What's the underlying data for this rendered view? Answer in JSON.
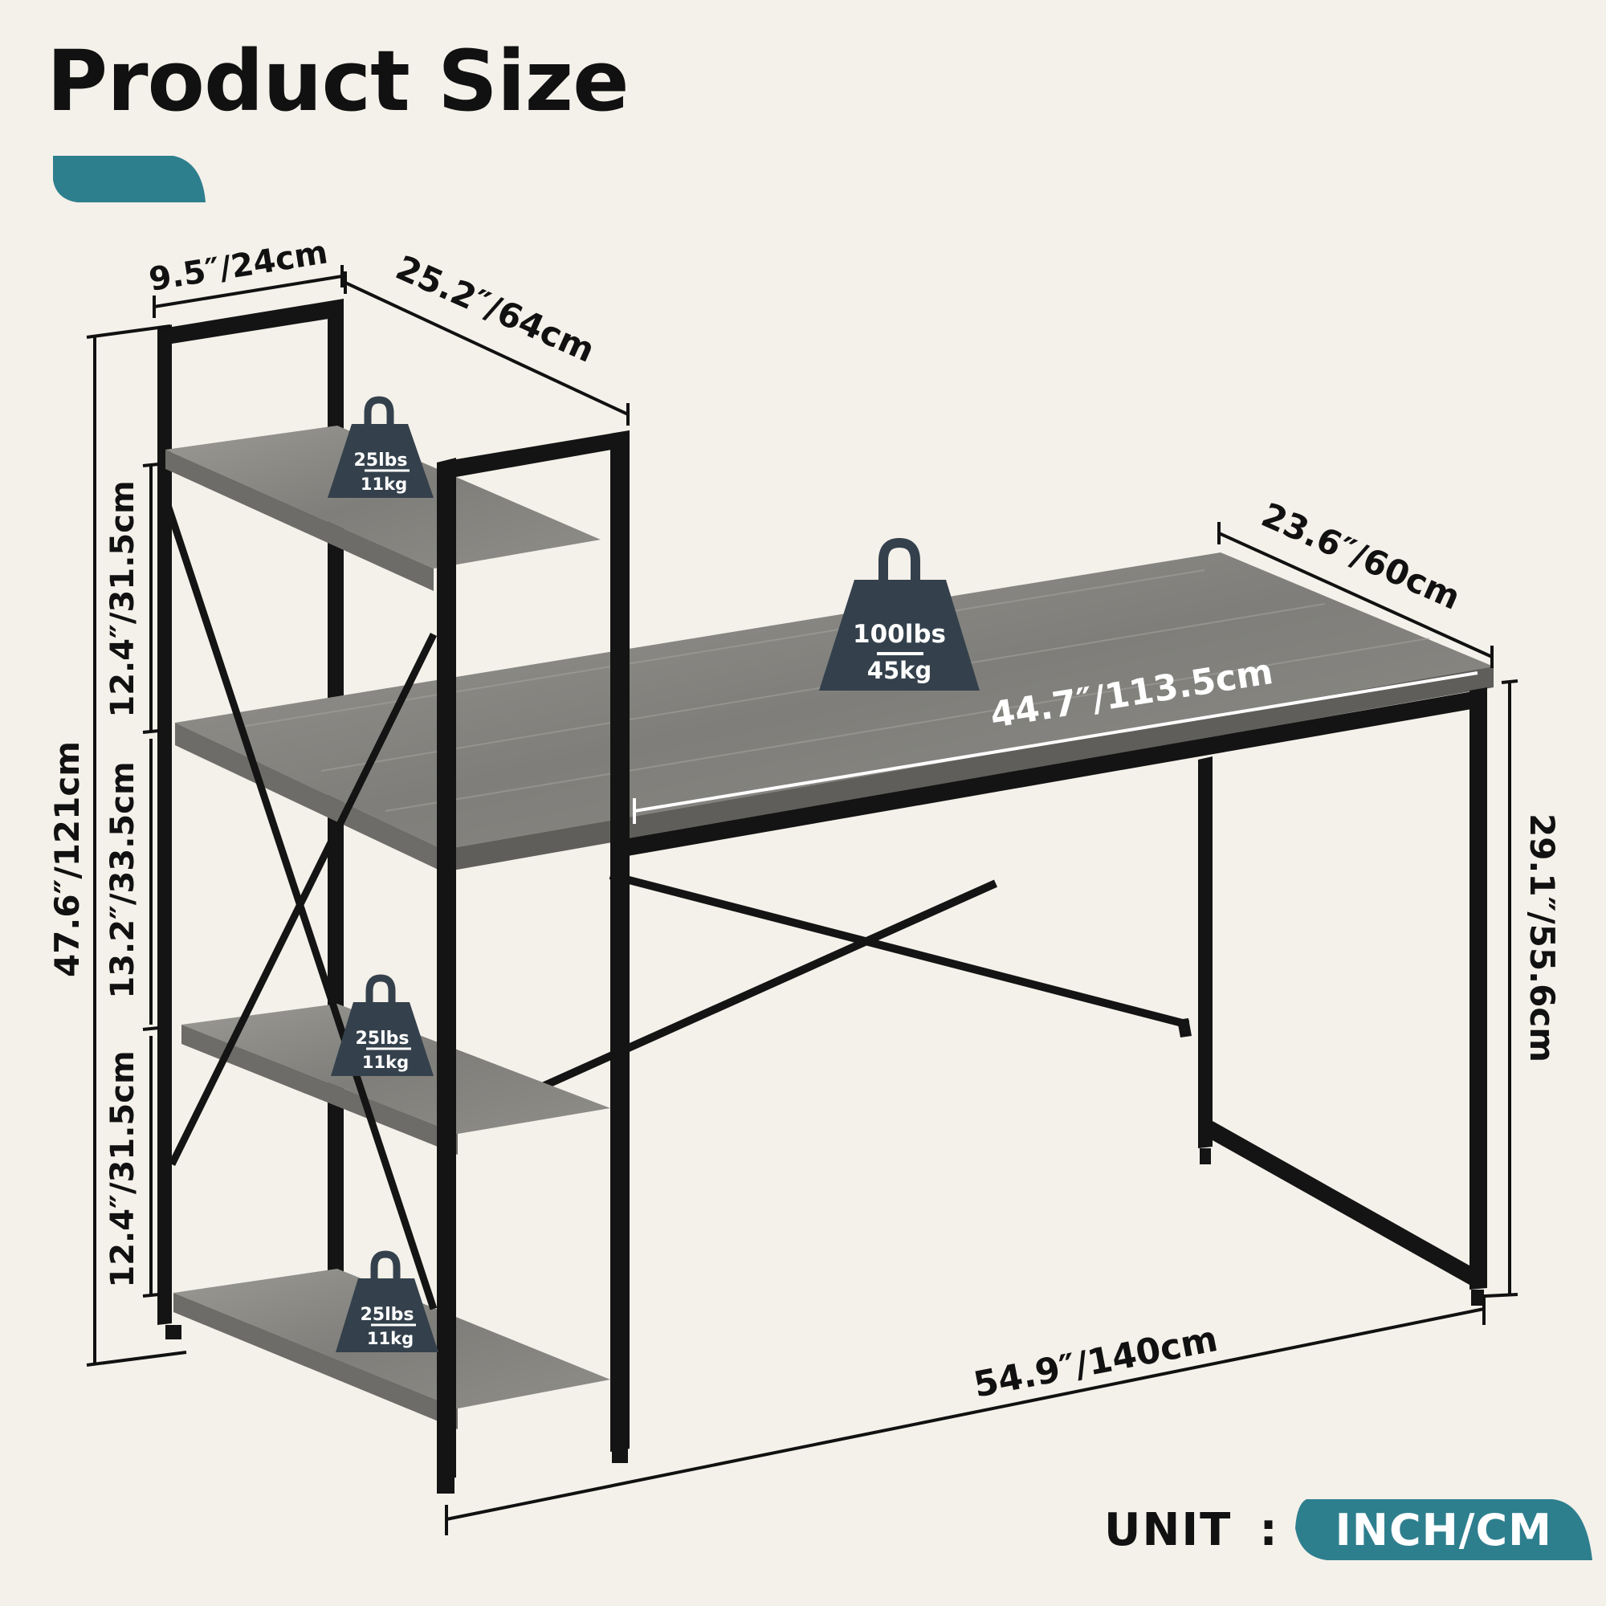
{
  "title": "Product Size",
  "colors": {
    "background": "#f4f1ea",
    "accent": "#2e7f8e",
    "frame": "#141414",
    "wood": "#8b8a86",
    "weight": "#34414c"
  },
  "dimensions": {
    "shelf_width": "9.5″/24cm",
    "shelf_depth": "25.2″/64cm",
    "desk_depth": "23.6″/60cm",
    "desk_inner_width": "44.7″/113.5cm",
    "total_height": "47.6″/121cm",
    "top_tier": "12.4″/31.5cm",
    "middle_tier": "13.2″/33.5cm",
    "bottom_tier": "12.4″/31.5cm",
    "desk_height": "29.1″/55.6cm",
    "total_width": "54.9″/140cm"
  },
  "weights": {
    "desk_lbs": "100lbs",
    "desk_kg": "45kg",
    "shelf_lbs": "25lbs",
    "shelf_kg": "11kg"
  },
  "unit": {
    "label": "UNIT",
    "separator": ":",
    "value": "INCH/CM"
  }
}
